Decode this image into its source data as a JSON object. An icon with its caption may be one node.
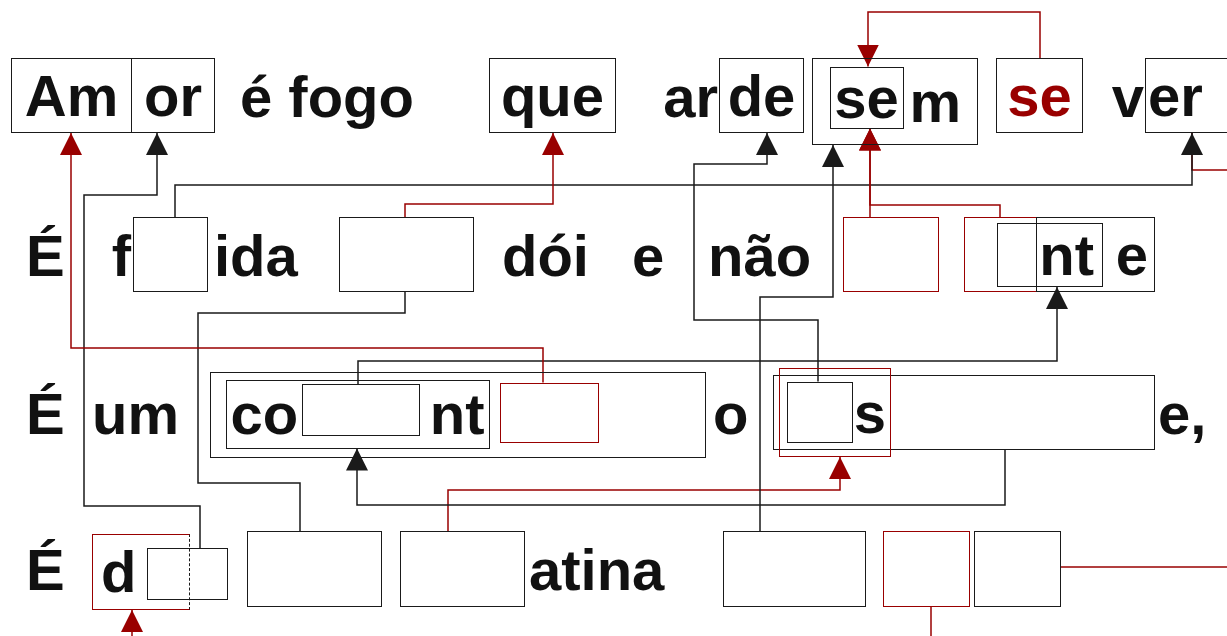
{
  "diagram": {
    "nodes": [
      {
        "text": [
          "Am"
        ]
      },
      {
        "text": [
          "or"
        ]
      },
      {
        "text": [
          "que"
        ]
      },
      {
        "text": [
          "de"
        ]
      },
      {
        "text": [
          "m"
        ]
      },
      {
        "text": [
          "se"
        ],
        "in": 4
      },
      {
        "text": [
          "se"
        ]
      },
      {
        "text": [
          "er"
        ]
      },
      {
        "text": [],
        "shape": "box"
      },
      {
        "text": [],
        "shape": "box"
      },
      {
        "text": [],
        "shape": "box"
      },
      {
        "text": [],
        "shape": "box"
      },
      {
        "text": [
          "nt"
        ]
      },
      {
        "text": [
          "e"
        ]
      },
      {
        "text": [],
        "shape": "box"
      },
      {
        "text": [
          "co",
          "nt"
        ],
        "in": 14
      },
      {
        "text": [],
        "shape": "box",
        "in": 15
      },
      {
        "text": [],
        "shape": "box",
        "in": 14
      },
      {
        "text": [],
        "shape": "box"
      },
      {
        "text": [
          "s"
        ]
      },
      {
        "text": [],
        "shape": "box",
        "in": 19
      },
      {
        "text": [
          "d"
        ]
      },
      {
        "text": [],
        "shape": "box"
      },
      {
        "text": [],
        "shape": "box"
      },
      {
        "text": [],
        "shape": "box"
      },
      {
        "text": [],
        "shape": "box"
      },
      {
        "text": [],
        "shape": "box"
      },
      {
        "text": [],
        "shape": "box"
      }
    ],
    "edges": [
      {
        "from": 17,
        "to": 0,
        "arrow": "to"
      },
      {
        "from": 22,
        "to": 1,
        "arrow": "to",
        "color": "#1a1a1a"
      },
      {
        "from": 9,
        "to": 2,
        "arrow": "to"
      },
      {
        "from": 20,
        "to": 3,
        "arrow": "to",
        "color": "#1a1a1a"
      },
      {
        "from": 25,
        "to": 4,
        "arrow": "to",
        "color": "#1a1a1a"
      },
      {
        "from": 10,
        "to": 5,
        "arrow": "to"
      },
      {
        "from": 11,
        "to": 5,
        "arrow": "to"
      },
      {
        "from": 6,
        "to": 5,
        "arrow": "to"
      },
      {
        "from": 8,
        "to": 7,
        "arrow": "to",
        "color": "#1a1a1a"
      },
      {
        "from": 7,
        "to": null,
        "arrow": "none"
      },
      {
        "from": 16,
        "to": 12,
        "arrow": "to",
        "color": "#1a1a1a"
      },
      {
        "from": 9,
        "to": 23,
        "arrow": "none",
        "color": "#1a1a1a"
      },
      {
        "from": 18,
        "to": 15,
        "arrow": "to",
        "color": "#1a1a1a"
      },
      {
        "from": 24,
        "to": 19,
        "arrow": "to"
      },
      {
        "from": null,
        "to": 21,
        "arrow": "to"
      },
      {
        "from": 26,
        "to": null,
        "arrow": "none"
      },
      {
        "from": 27,
        "to": null,
        "arrow": "none"
      }
    ],
    "labels": [
      "é fogo",
      "ar",
      "v",
      "É",
      "f",
      "ida",
      "dói",
      "e",
      "não",
      "É",
      "um",
      "o",
      "e,",
      "É",
      "atina"
    ]
  }
}
